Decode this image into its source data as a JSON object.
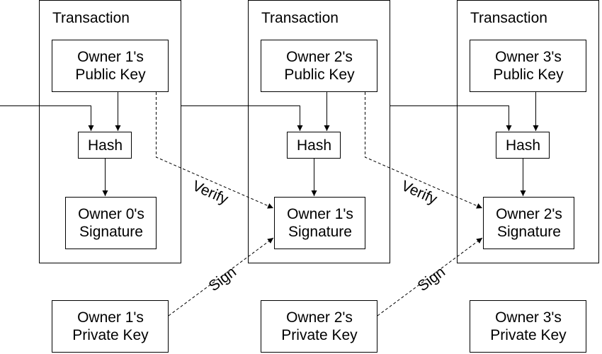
{
  "transactions": [
    {
      "title": "Transaction",
      "public_key": {
        "line1": "Owner 1's",
        "line2": "Public Key"
      },
      "hash": "Hash",
      "signature": {
        "line1": "Owner 0's",
        "line2": "Signature"
      }
    },
    {
      "title": "Transaction",
      "public_key": {
        "line1": "Owner 2's",
        "line2": "Public Key"
      },
      "hash": "Hash",
      "signature": {
        "line1": "Owner 1's",
        "line2": "Signature"
      }
    },
    {
      "title": "Transaction",
      "public_key": {
        "line1": "Owner 3's",
        "line2": "Public Key"
      },
      "hash": "Hash",
      "signature": {
        "line1": "Owner 2's",
        "line2": "Signature"
      }
    }
  ],
  "private_keys": [
    {
      "line1": "Owner 1's",
      "line2": "Private Key"
    },
    {
      "line1": "Owner 2's",
      "line2": "Private Key"
    },
    {
      "line1": "Owner 3's",
      "line2": "Private Key"
    }
  ],
  "edge_labels": {
    "verify": "Verify",
    "sign": "Sign"
  }
}
